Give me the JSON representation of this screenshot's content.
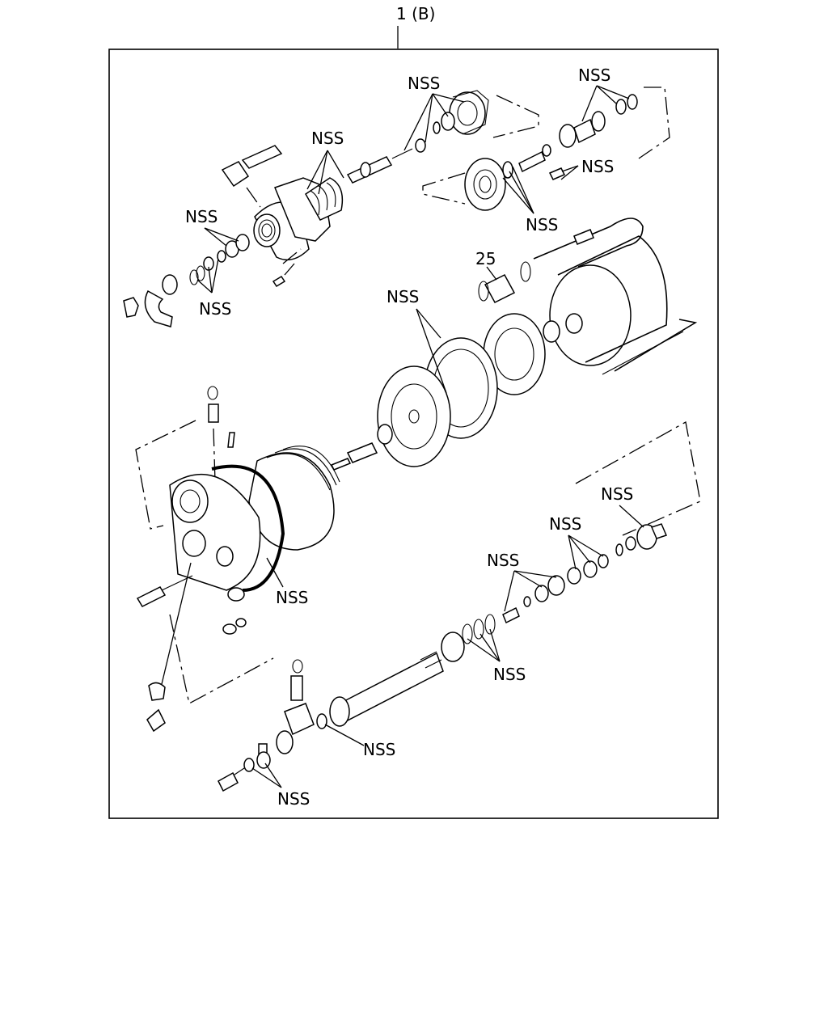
{
  "diagram": {
    "title_ref": "1 (B)",
    "part_number_label": "25",
    "nss_label": "NSS"
  }
}
